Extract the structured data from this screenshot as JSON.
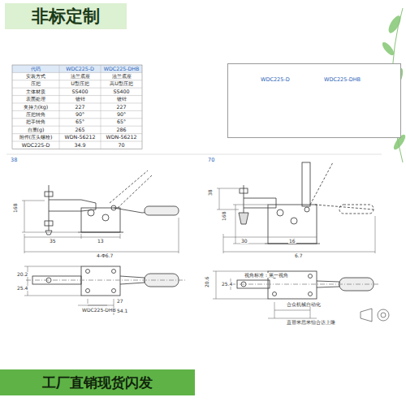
{
  "diagram": {
    "nodes": [
      {
        "text": [
          "非标定制"
        ]
      },
      {
        "text": [
          "WDC225-D",
          "WDC225-DHB"
        ]
      },
      {
        "text": [
          "工厂直销现货闪发"
        ]
      }
    ],
    "labels": [
      "代码",
      "WDC225-D",
      "WDC225-DHB",
      "安装方式",
      "法兰底座",
      "法兰底座",
      "压把",
      "U型压把",
      "高U型压把",
      "主体材质",
      "SS400",
      "SS400",
      "表面处理",
      "镀锌",
      "镀锌",
      "夹持力(kg)",
      "227",
      "227",
      "压把转角",
      "90°",
      "90°",
      "把手转角",
      "65°",
      "65°",
      "自重(g)",
      "265",
      "286",
      "附件(压头螺栓)",
      "WDN-56212",
      "WDN-56212",
      "WDC225-D",
      "34.9",
      "70",
      "38",
      "168",
      "35",
      "13",
      "4-Φ6.7",
      "20.2",
      "25.4",
      "WDC225-DHB",
      "27",
      "54.1",
      "70",
      "38",
      "168",
      "30",
      "16",
      "6.7",
      "20.6",
      "25.4",
      "视角标准：第一视角",
      "合众机械自动化",
      "直替米思米怡合达上隆"
    ]
  }
}
